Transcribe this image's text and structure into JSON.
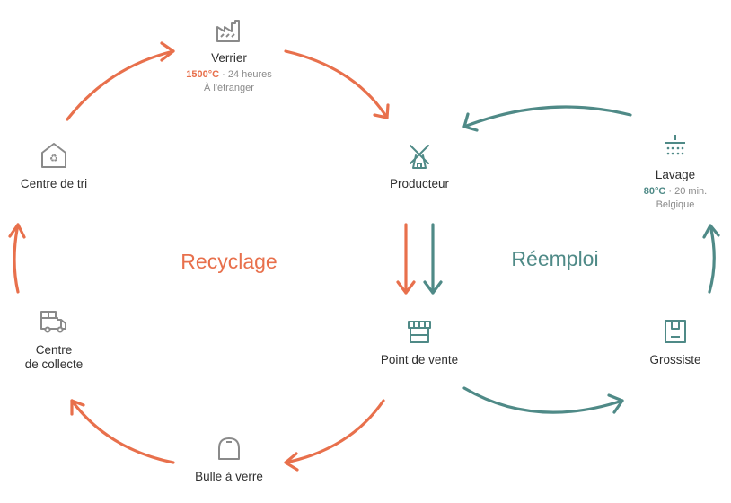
{
  "colors": {
    "recycling": "#e8704c",
    "reuse": "#4f8a87",
    "icon": "#8a8a8a"
  },
  "cycles": {
    "recycling_title": "Recyclage",
    "reuse_title": "Réemploi"
  },
  "nodes": {
    "verrier": {
      "icon": "factory-icon",
      "label": "Verrier",
      "temp": "1500°C",
      "separator": " · ",
      "duration": "24 heures",
      "location": "À l'étranger"
    },
    "producteur": {
      "icon": "windmill-icon",
      "label": "Producteur"
    },
    "lavage": {
      "icon": "shower-icon",
      "label": "Lavage",
      "temp": "80°C",
      "separator": " · ",
      "duration": "20 min.",
      "location": "Belgique"
    },
    "centre_tri": {
      "icon": "recycle-house-icon",
      "label": "Centre de tri"
    },
    "centre_collecte": {
      "icon": "truck-icon",
      "label": "Centre\nde collecte"
    },
    "point_vente": {
      "icon": "shop-icon",
      "label": "Point de vente"
    },
    "grossiste": {
      "icon": "box-icon",
      "label": "Grossiste"
    },
    "bulle_verre": {
      "icon": "bottle-bank-icon",
      "label": "Bulle à verre"
    }
  }
}
